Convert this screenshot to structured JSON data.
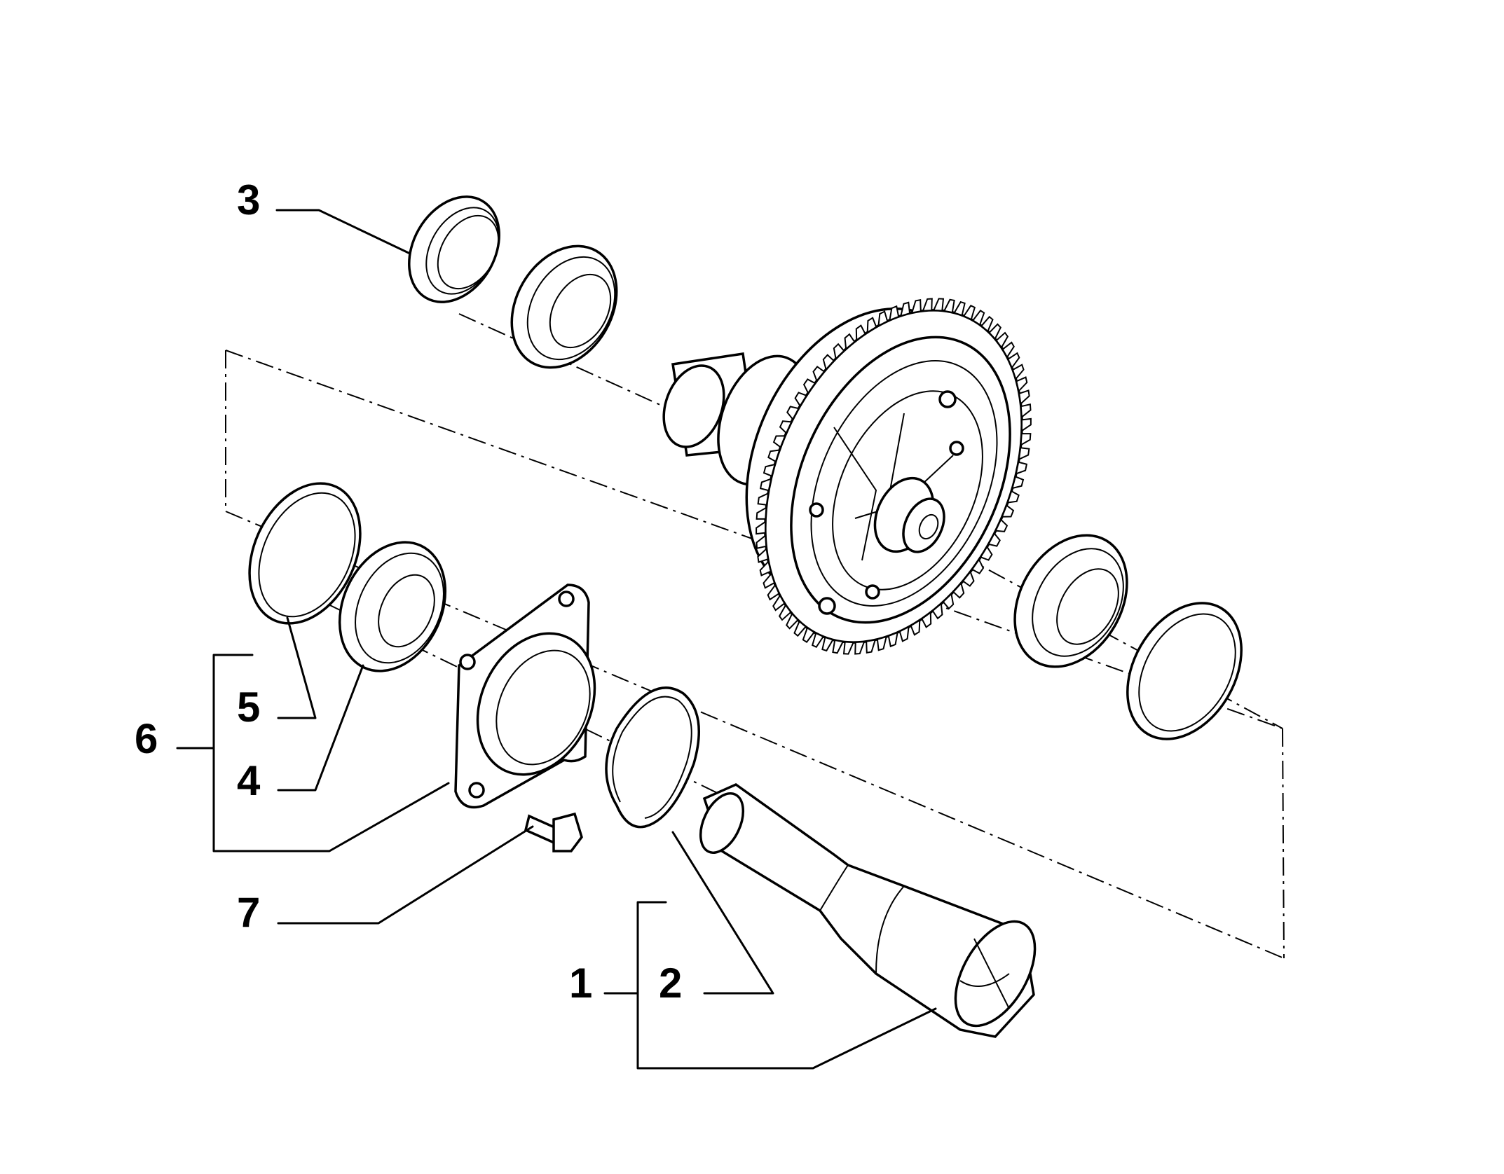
{
  "diagram": {
    "type": "exploded-parts-view",
    "callouts": [
      "1",
      "2",
      "3",
      "4",
      "5",
      "6",
      "7"
    ]
  }
}
